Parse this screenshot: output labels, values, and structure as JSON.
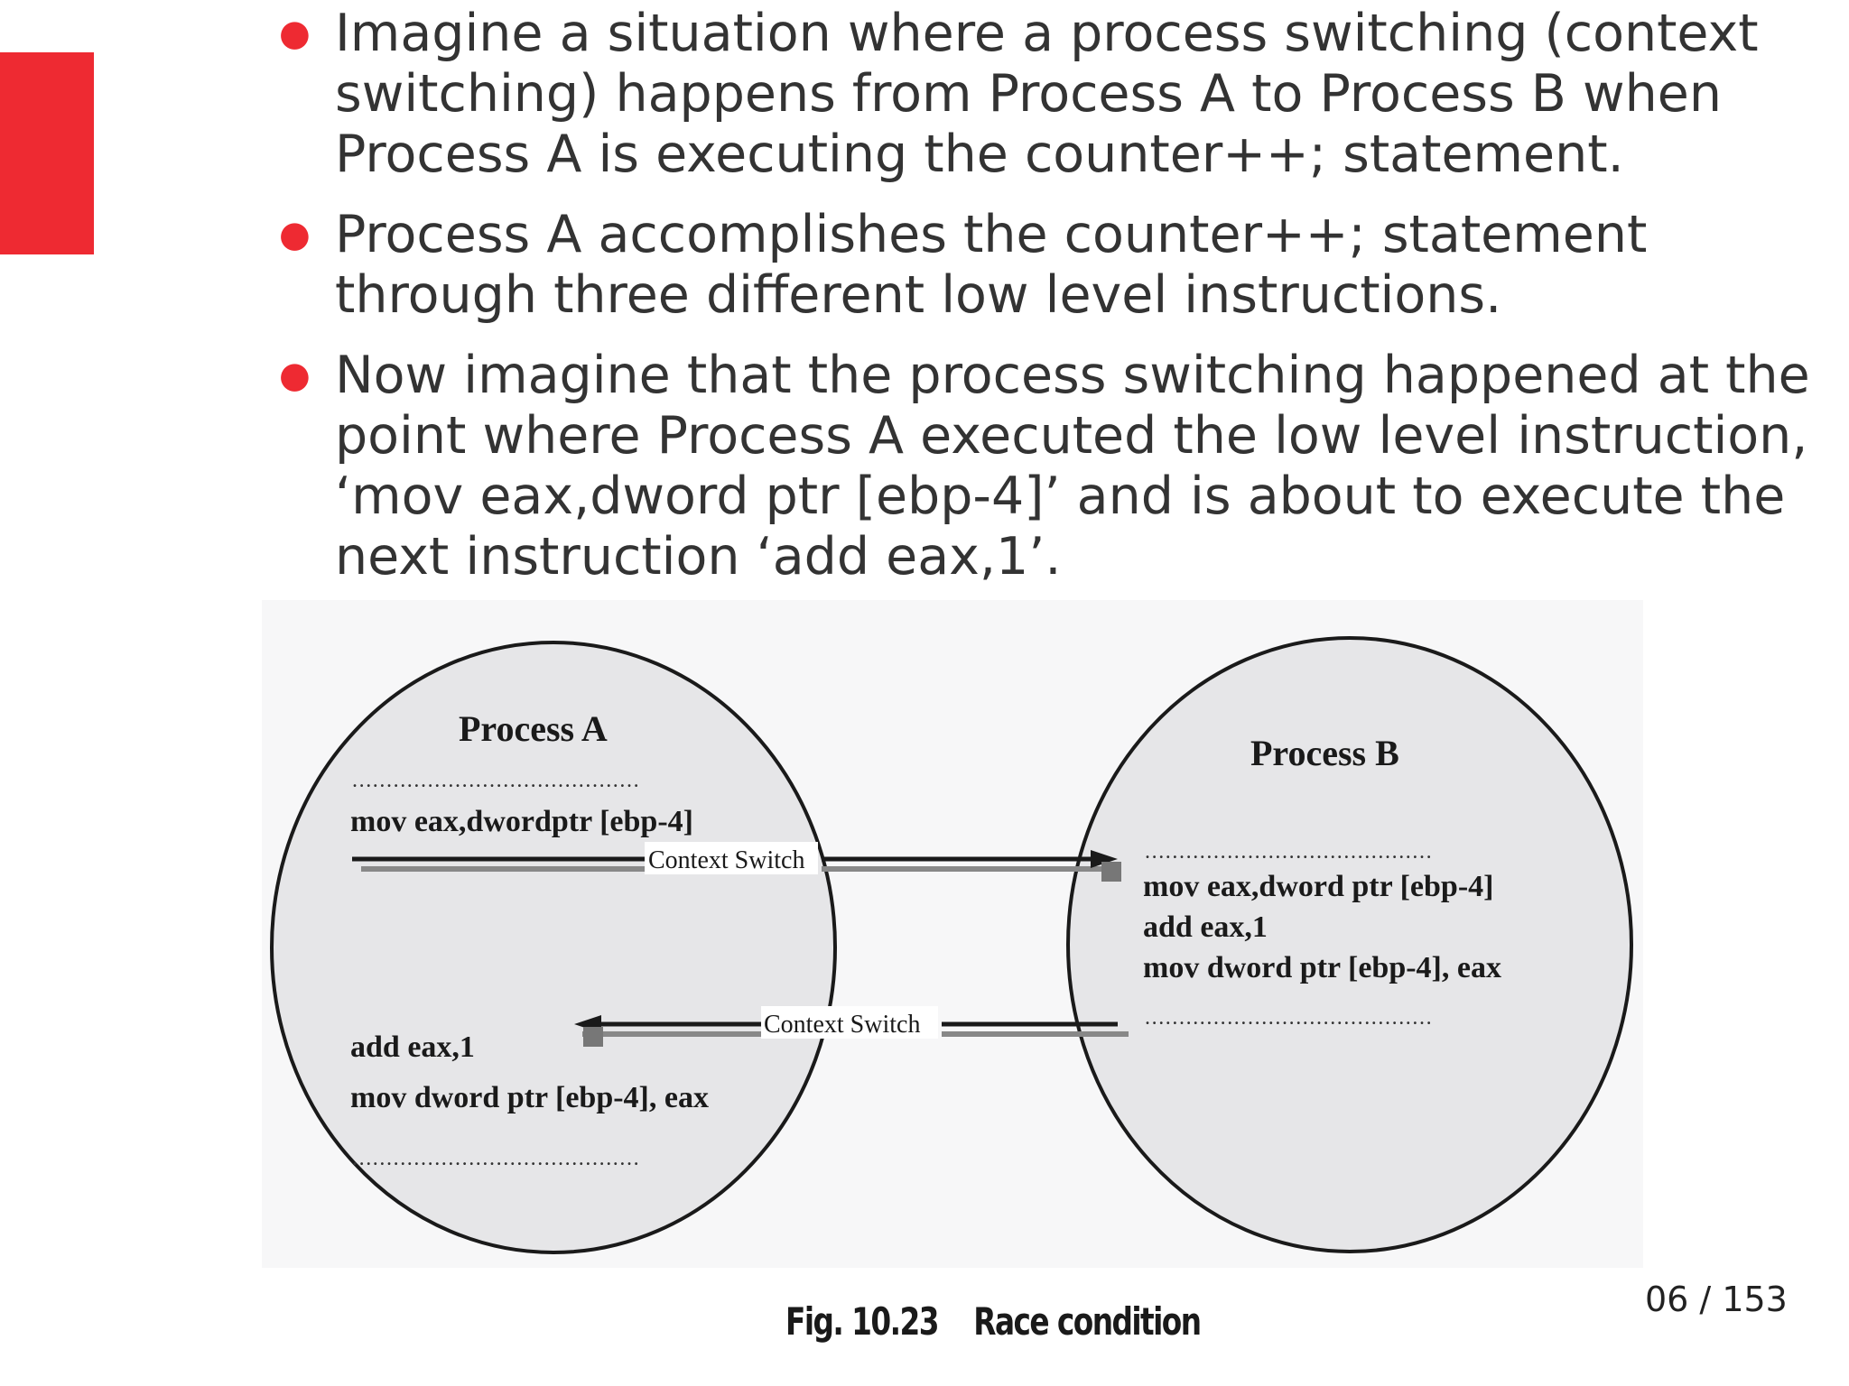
{
  "bullets": [
    "Imagine a situation where a process switching (context switching) happens from Process A to Process B when Process A is executing the counter++; statement.",
    "Process A accomplishes the counter++; statement through three different low level instructions.",
    "Now imagine that the process switching happened at the point where Process A executed the low level instruction, ‘mov eax,dword ptr [ebp-4]’ and is about to execute the next instruction ‘add eax,1’."
  ],
  "figure": {
    "process_a": {
      "title": "Process A",
      "dots_top": "..........................................",
      "line_1": "mov eax,dwordptr [ebp-4]",
      "line_2": "add eax,1",
      "line_3": "mov dword ptr [ebp-4], eax",
      "dots_bottom": ".........................................."
    },
    "process_b": {
      "title": "Process B",
      "dots_top": "..........................................",
      "line_1": "mov eax,dword ptr [ebp-4]",
      "line_2": "add eax,1",
      "line_3": "mov dword ptr [ebp-4], eax",
      "dots_bottom": ".........................................."
    },
    "switch_label_1": "Context Switch",
    "switch_label_2": "Context Switch",
    "caption": "Fig. 10.23    Race condition"
  },
  "page_number": "06 / 153",
  "colors": {
    "accent": "#ee2a32",
    "circle_fill": "#e6e6e8",
    "text": "#333333"
  }
}
